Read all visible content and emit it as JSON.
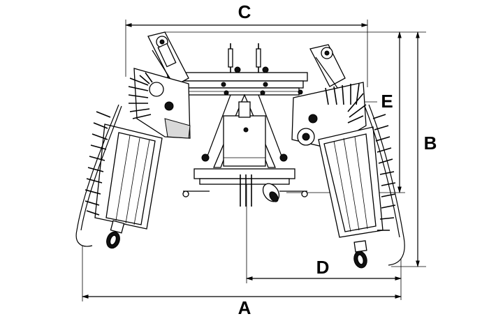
{
  "figure": {
    "subject": "rotary-rake-machine",
    "dimension_labels": {
      "a": "A",
      "b": "B",
      "c": "C",
      "d": "D",
      "e": "E"
    }
  }
}
